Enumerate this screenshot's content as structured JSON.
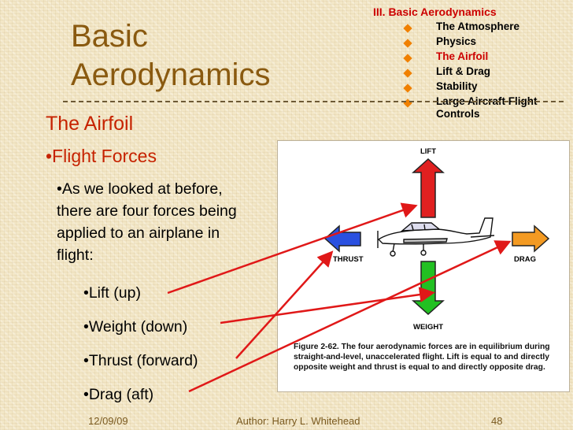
{
  "title": {
    "line1": "Basic",
    "line2": "Aerodynamics"
  },
  "toc": {
    "heading": "III. Basic Aerodynamics",
    "items": [
      {
        "label": "The Atmosphere",
        "active": false
      },
      {
        "label": "Physics",
        "active": false
      },
      {
        "label": "The Airfoil",
        "active": true
      },
      {
        "label": "Lift & Drag",
        "active": false
      },
      {
        "label": "Stability",
        "active": false
      },
      {
        "label": "Large Aircraft Flight Controls",
        "active": false
      }
    ]
  },
  "content": {
    "section_title": "The Airfoil",
    "bullet_l1": "•Flight Forces",
    "bullet_l2": "•As we looked at before, there are four forces being applied to an airplane in flight:",
    "forces": [
      "•Lift (up)",
      "•Weight (down)",
      "•Thrust (forward)",
      "•Drag (aft)"
    ]
  },
  "figure": {
    "labels": {
      "lift": "LIFT",
      "weight": "WEIGHT",
      "thrust": "THRUST",
      "drag": "DRAG"
    },
    "caption_bold": "Figure 2-62. The four aerodynamic forces are in equilibrium during straight-and-level, unaccelerated flight. Lift is equal to and directly opposite weight and thrust is equal to and directly opposite drag.",
    "colors": {
      "lift": "#e02020",
      "weight": "#22c022",
      "thrust": "#2a50e0",
      "drag": "#f39a22",
      "pointer": "#e01818"
    }
  },
  "footer": {
    "date": "12/09/09",
    "author": "Author:  Harry L. Whitehead",
    "page": "48"
  }
}
